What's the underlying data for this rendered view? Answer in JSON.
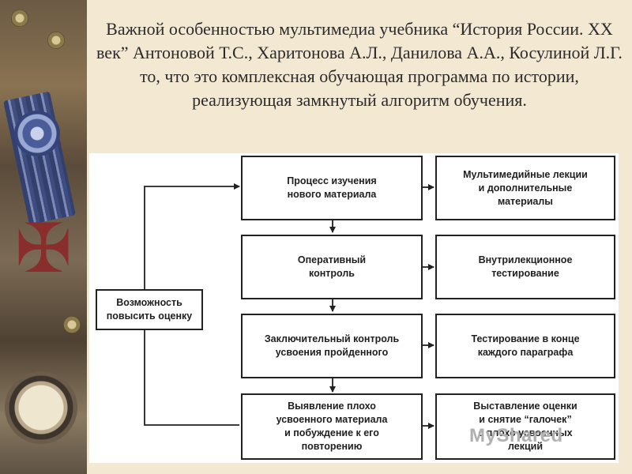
{
  "title": "Важной особенностью мультимедиа учебника “История России. XX век” Антоновой Т.С., Харитонова А.Л., Данилова А.А., Косулиной Л.Г. то, что это комплексная обучающая программа по истории, реализующая замкнутый алгоритм обучения.",
  "diagram": {
    "left_box": "Возможность\nповысить оценку",
    "center_boxes": [
      "Процесс изучения\nнового материала",
      "Оперативный\nконтроль",
      "Заключительный контроль\nусвоения пройденного",
      "Выявление плохо\nусвоенного материала\nи побуждение к его\nповторению"
    ],
    "right_boxes": [
      "Мультимедийные лекции\nи дополнительные\nматериалы",
      "Внутрилекционное\nтестирование",
      "Тестирование в конце\nкаждого параграфа",
      "Выставление оценки\nи снятие “галочек”\nс плохо усвоенных\nлекций"
    ]
  },
  "watermark": "MyShared"
}
